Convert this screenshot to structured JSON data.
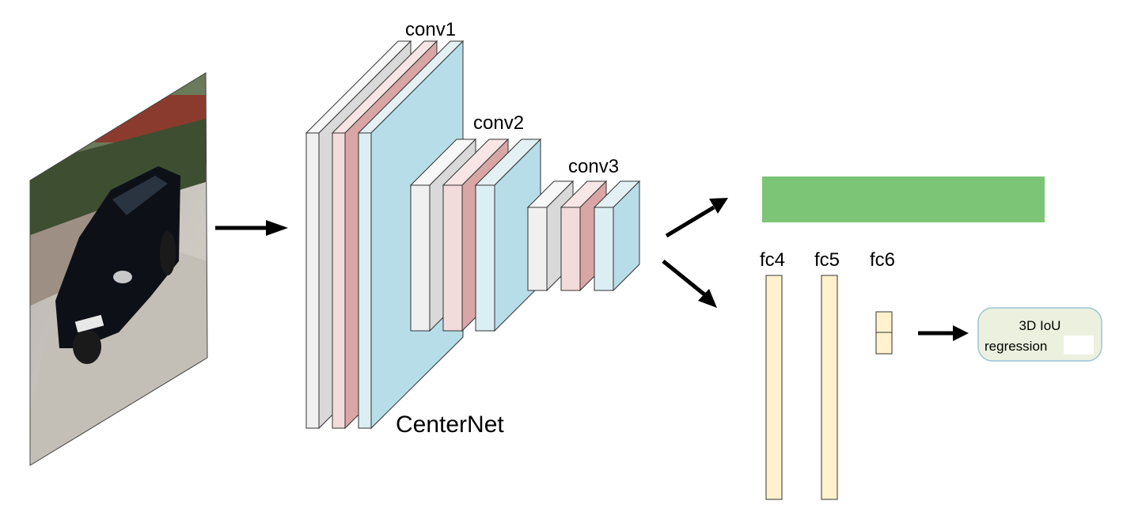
{
  "labels": {
    "conv1": "conv1",
    "conv2": "conv2",
    "conv3": "conv3",
    "backbone": "CenterNet",
    "fc4": "fc4",
    "fc5": "fc5",
    "fc6": "fc6",
    "output_line1": "3D IoU",
    "output_line2": "regression"
  },
  "colors": {
    "layer_gray": "#f0f0f0",
    "layer_gray_side": "#d9d9d9",
    "layer_pink": "#f2dcdb",
    "layer_pink_side": "#d9a6a5",
    "layer_blue": "#b7dde8",
    "layer_blue_light": "#dbeef3",
    "green_bar": "#7cc576",
    "fc_fill": "#fff2cc",
    "output_fill": "#ebf1de",
    "output_border": "#9cc3d5",
    "arrow": "#000000"
  },
  "icons": {
    "input_image": "car-photo-icon"
  }
}
